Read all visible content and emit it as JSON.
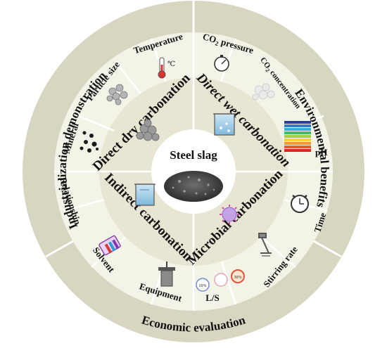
{
  "center": {
    "title": "Steel slag"
  },
  "outer_ring": {
    "left": "Industrialization demonstration",
    "right": "Environmental benefits",
    "bottom": "Economic evaluation"
  },
  "methods": {
    "top_left": "Direct dry carbonation",
    "top_right": "Direct wet carbonation",
    "bottom_left": "Indirect carbonation",
    "bottom_right": "Microbial carbonation"
  },
  "factors": {
    "particle_size": "Particle size",
    "temperature": "Temperature",
    "co2_pressure_prefix": "CO",
    "co2_pressure_sub": "2",
    "co2_pressure_suffix": " pressure",
    "co2_conc_prefix": "CO",
    "co2_conc_sub": "2",
    "co2_conc_suffix": " concentration",
    "ph": "pH",
    "time": "Time",
    "stirring_rate": "Stirring rate",
    "ls": "L/S",
    "equipment": "Equipment",
    "solvent": "Solvent",
    "relationship": "Relationship",
    "mineral": "Mineral",
    "celsius": "℃",
    "badge_low": "10%",
    "badge_high": "30%"
  },
  "colors": {
    "outer_ring": "#d8d5c0",
    "middle_ring": "#f4f3e8",
    "inner_ring": "#e8e5d2",
    "divider": "#ffffff"
  }
}
